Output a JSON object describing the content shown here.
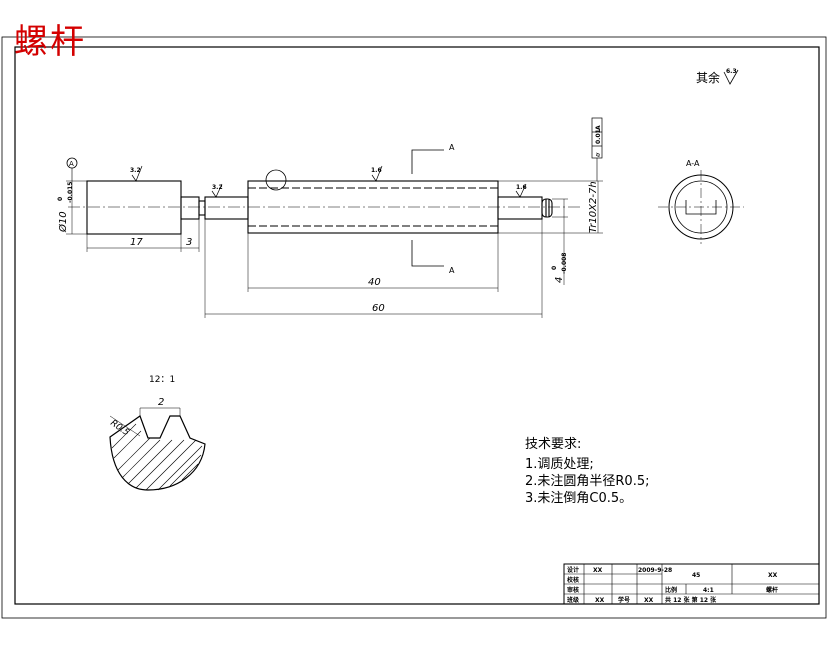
{
  "title": "螺杆",
  "roughness_rest": "其余",
  "roughness_rest_value": "6.3",
  "datum": {
    "label": "A",
    "diameter_dim": "Ø10",
    "diameter_tol_upper": "0",
    "diameter_tol_lower": "-0.015"
  },
  "roughness_marks": [
    "3.2",
    "3.2",
    "1.6",
    "1.6"
  ],
  "section_marks": [
    "A",
    "A"
  ],
  "section_view_label": "A-A",
  "thread_label": "Tr10X2-7h",
  "key_width": "4",
  "key_tol_upper": "0",
  "key_tol_lower": "-0.008",
  "tolerance_frame": [
    "⌭",
    "0.01",
    "A"
  ],
  "dimensions": {
    "d17": "17",
    "d3": "3",
    "d40": "40",
    "d60": "60"
  },
  "detail": {
    "scale": "12：1",
    "width": "2",
    "radius": "R0.5"
  },
  "tech_req": {
    "heading": "技术要求:",
    "items": [
      "1.调质处理;",
      "2.未注圆角半径R0.5;",
      "3.未注倒角C0.5。"
    ]
  },
  "title_block": {
    "r1": [
      "设计",
      "XX",
      "2009-9-28",
      "45",
      "XX"
    ],
    "r2": [
      "校核"
    ],
    "r3": [
      "审核",
      "比例",
      "4:1",
      "螺杆"
    ],
    "r4": [
      "班级",
      "XX",
      "学号",
      "XX",
      "共 12 张 第 12 张"
    ]
  }
}
